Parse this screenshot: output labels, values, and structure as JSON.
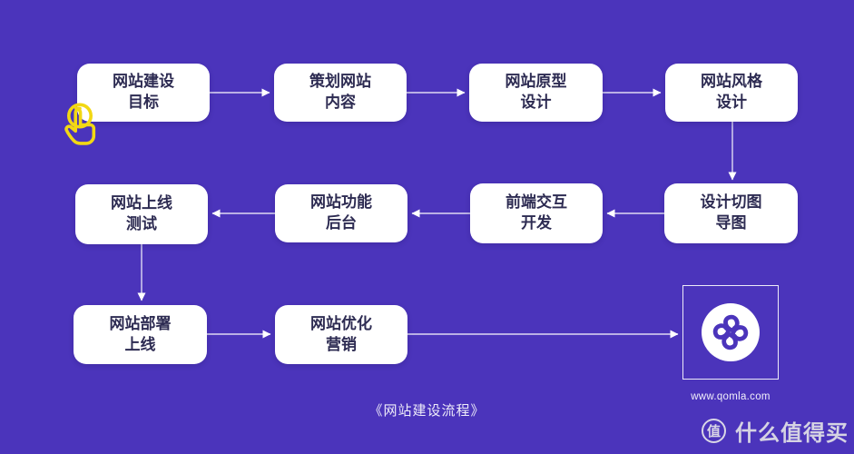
{
  "page": {
    "background_color": "#4B34BB",
    "caption": "《网站建设流程》"
  },
  "diagram": {
    "nodes": [
      {
        "id": "goal",
        "label": "网站建设\n目标"
      },
      {
        "id": "plan",
        "label": "策划网站\n内容"
      },
      {
        "id": "prototype",
        "label": "网站原型\n设计"
      },
      {
        "id": "style",
        "label": "网站风格\n设计"
      },
      {
        "id": "slicing",
        "label": "设计切图\n导图"
      },
      {
        "id": "frontend",
        "label": "前端交互\n开发"
      },
      {
        "id": "backend",
        "label": "网站功能\n后台"
      },
      {
        "id": "testing",
        "label": "网站上线\n测试"
      },
      {
        "id": "deploy",
        "label": "网站部署\n上线"
      },
      {
        "id": "marketing",
        "label": "网站优化\n营销"
      }
    ],
    "edges": [
      [
        "goal",
        "plan"
      ],
      [
        "plan",
        "prototype"
      ],
      [
        "prototype",
        "style"
      ],
      [
        "style",
        "slicing"
      ],
      [
        "slicing",
        "frontend"
      ],
      [
        "frontend",
        "backend"
      ],
      [
        "backend",
        "testing"
      ],
      [
        "testing",
        "deploy"
      ],
      [
        "deploy",
        "marketing"
      ],
      [
        "marketing",
        "company-logo"
      ]
    ]
  },
  "branding": {
    "website_url": "www.qomla.com"
  },
  "watermark": {
    "badge_char": "值",
    "label": "什么值得买"
  },
  "colors": {
    "background": "#4B34BB",
    "node_fill": "#FFFFFF",
    "node_text": "#2D2B52",
    "arrow": "#FFFFFF",
    "cursor_yellow": "#F2D813",
    "logo_purple": "#4B34BB"
  }
}
